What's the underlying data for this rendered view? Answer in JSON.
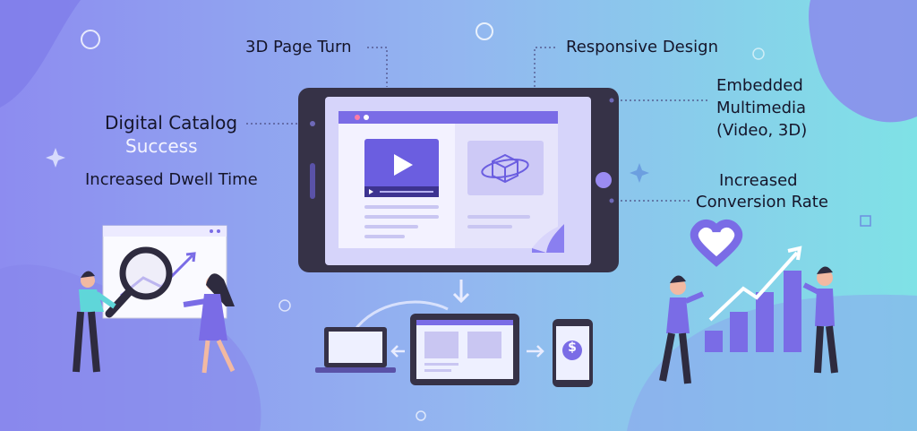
{
  "labels": {
    "page_turn": "3D Page Turn",
    "responsive": "Responsive Design",
    "catalog_title": "Digital Catalog",
    "catalog_sub": "Success",
    "dwell": "Increased Dwell Time",
    "multimedia": [
      "Embedded",
      "Multimedia",
      "(Video, 3D)"
    ],
    "conversion": [
      "Increased",
      "Conversion Rate"
    ]
  },
  "icons": {
    "phone_symbol": "$"
  },
  "colors": {
    "accent": "#7b6ce8",
    "frame": "#363247",
    "bg_left": "#8b8ff0",
    "bg_right": "#7fe3e6"
  }
}
